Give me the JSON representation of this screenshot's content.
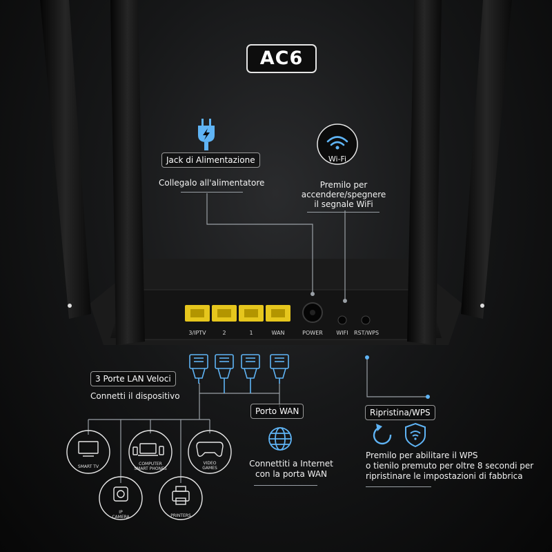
{
  "model": "AC6",
  "power_jack": {
    "title": "Jack di Alimentazione",
    "desc": "Collegalo all'alimentatore"
  },
  "wifi": {
    "icon_label": "Wi-Fi",
    "desc_lines": [
      "Premilo per",
      "accendere/spegnere",
      "il segnale WiFi"
    ]
  },
  "ports": [
    "3/IPTV",
    "2",
    "1",
    "WAN",
    "POWER",
    "WIFI",
    "RST/WPS"
  ],
  "lan": {
    "title": "3 Porte LAN Veloci",
    "desc": "Connetti il dispositivo"
  },
  "wan": {
    "title": "Porto WAN",
    "desc_lines": [
      "Connettiti a Internet",
      "con la porta WAN"
    ]
  },
  "rst": {
    "title": "Ripristina/WPS",
    "desc_lines": [
      "Premilo per abilitare il WPS",
      "o tienilo premuto per oltre 8 secondi per",
      "ripristinare le impostazioni di fabbrica"
    ]
  },
  "devices": [
    {
      "name": "smart-tv",
      "label_lines": [
        "SMART TV"
      ]
    },
    {
      "name": "computer-smartphones",
      "label_lines": [
        "COMPUTER",
        "SMART PHONES"
      ]
    },
    {
      "name": "video-games",
      "label_lines": [
        "VIDEO",
        "GAMES"
      ]
    },
    {
      "name": "ip-camera",
      "label_lines": [
        "IP",
        "CAMERA"
      ]
    },
    {
      "name": "printers",
      "label_lines": [
        "PRINTERS"
      ]
    }
  ],
  "colors": {
    "accent_blue": "#5fb4f5",
    "port_yellow": "#e6c61d",
    "line_gray": "#9aa0a6"
  }
}
